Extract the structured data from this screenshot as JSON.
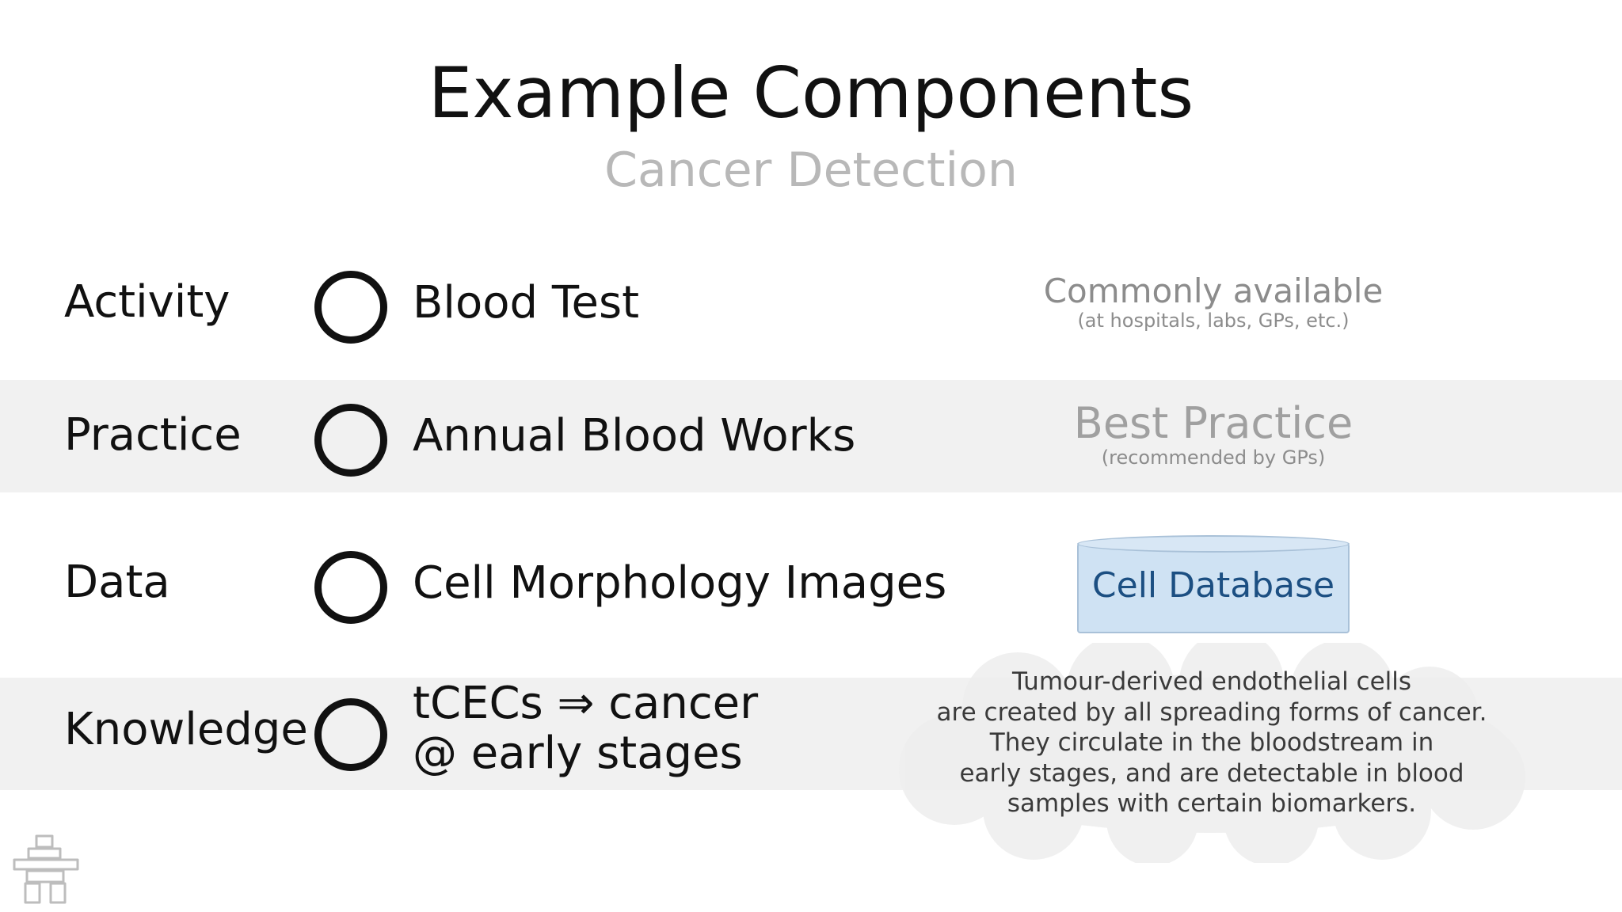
{
  "header": {
    "title": "Example Components",
    "subtitle": "Cancer Detection"
  },
  "rows": [
    {
      "label": "Activity",
      "value": "Blood Test"
    },
    {
      "label": "Practice",
      "value": "Annual Blood Works"
    },
    {
      "label": "Data",
      "value": "Cell Morphology Images"
    },
    {
      "label": "Knowledge",
      "value_line1": "tCECs ⇒ cancer",
      "value_line2": "@ early stages"
    }
  ],
  "asides": {
    "availability": {
      "main": "Commonly available",
      "sub": "(at hospitals, labs, GPs, etc.)"
    },
    "best_practice": {
      "main": "Best Practice",
      "sub": "(recommended by GPs)"
    },
    "database": {
      "label": "Cell Database",
      "fill_color": "#cfe2f3",
      "text_color": "#1c4f82"
    },
    "knowledge_note": {
      "lines": [
        "Tumour-derived endothelial cells",
        "are created by all spreading forms of cancer.",
        "They circulate in the bloodstream in",
        "early stages, and are detectable in blood",
        "samples with certain biomarkers."
      ]
    }
  },
  "icons": {
    "row_marker": "circle-outline-icon",
    "logo": "inukshuk-logo-icon"
  },
  "colors": {
    "band": "#f1f1f1",
    "subtitle": "#b8b8b8",
    "cloud": "#eeeeee"
  }
}
